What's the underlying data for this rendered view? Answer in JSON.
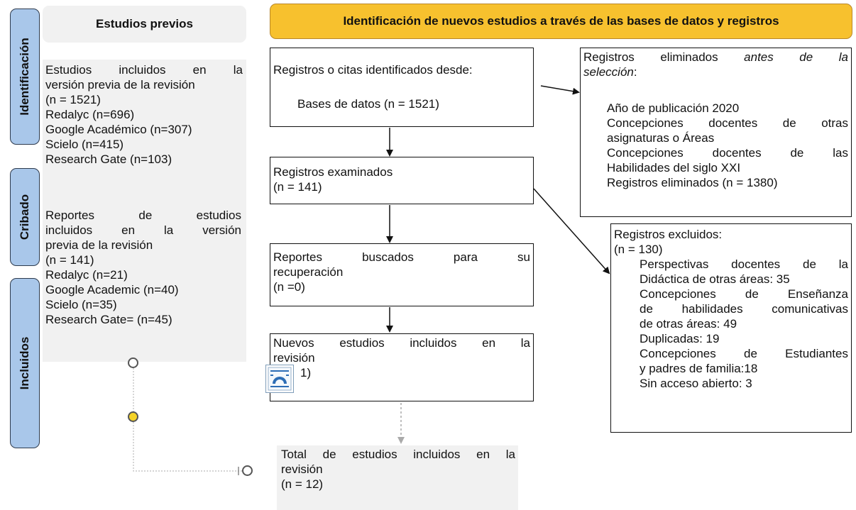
{
  "phases": {
    "identification": "Identificación",
    "screening": "Cribado",
    "included": "Incluidos"
  },
  "previous": {
    "header": "Estudios previos",
    "block1": [
      "Estudios incluidos en la",
      "versión previa de la revisión",
      "(n = 1521)",
      "Redalyc (n=696)",
      "Google Académico (n=307)",
      "Scielo (n=415)",
      "Research Gate (n=103)"
    ],
    "block2": [
      "Reportes de estudios",
      "incluidos en la versión",
      "previa de la revisión",
      "(n = 141)",
      "Redalyc (n=21)",
      "Google Academic (n=40)",
      "Scielo (n=35)",
      "Research Gate= (n=45)"
    ]
  },
  "new": {
    "header": "Identificación de nuevos estudios a través de las bases de datos y registros",
    "identified": {
      "line1": "Registros o citas identificados desde:",
      "line2": "Bases de datos (n = 1521)"
    },
    "removed": {
      "title_prefix": "Registros eliminados",
      "title_italic": "antes de la",
      "title_italic2": "selección",
      "title_suffix": ":",
      "items": [
        "Año de publicación 2020",
        "Concepciones docentes de otras",
        "asignaturas o Áreas",
        "Concepciones docentes de las",
        "Habilidades del siglo XXI",
        "Registros eliminados (n = 1380)"
      ]
    },
    "screened": {
      "line1": "Registros examinados",
      "line2": "(n = 141)"
    },
    "excluded": {
      "title": "Registros excluidos:",
      "count": "(n = 130)",
      "items": [
        "Perspectivas docentes de la",
        "Didáctica de otras áreas: 35",
        "Concepciones de Enseñanza",
        "de habilidades comunicativas",
        "de otras áreas: 49",
        "Duplicadas: 19",
        "Concepciones de Estudiantes",
        "y padres de familia:18",
        "Sin acceso abierto: 3"
      ]
    },
    "sought": {
      "line1": "Reportes buscados para su",
      "line2": "recuperación",
      "line3": "(n =0)"
    },
    "new_included": {
      "line1": "Nuevos estudios incluidos en la",
      "line2": "revisión",
      "line3": "1)"
    },
    "total": {
      "line1": "Total de estudios incluidos en la",
      "line2": "revisión",
      "line3": "(n = 12)"
    }
  },
  "colors": {
    "header_yellow": "#f7c12e",
    "phase_blue": "#a9c7ea",
    "grey_panel": "#f1f1f1",
    "handle_yellow": "#f5d327"
  }
}
